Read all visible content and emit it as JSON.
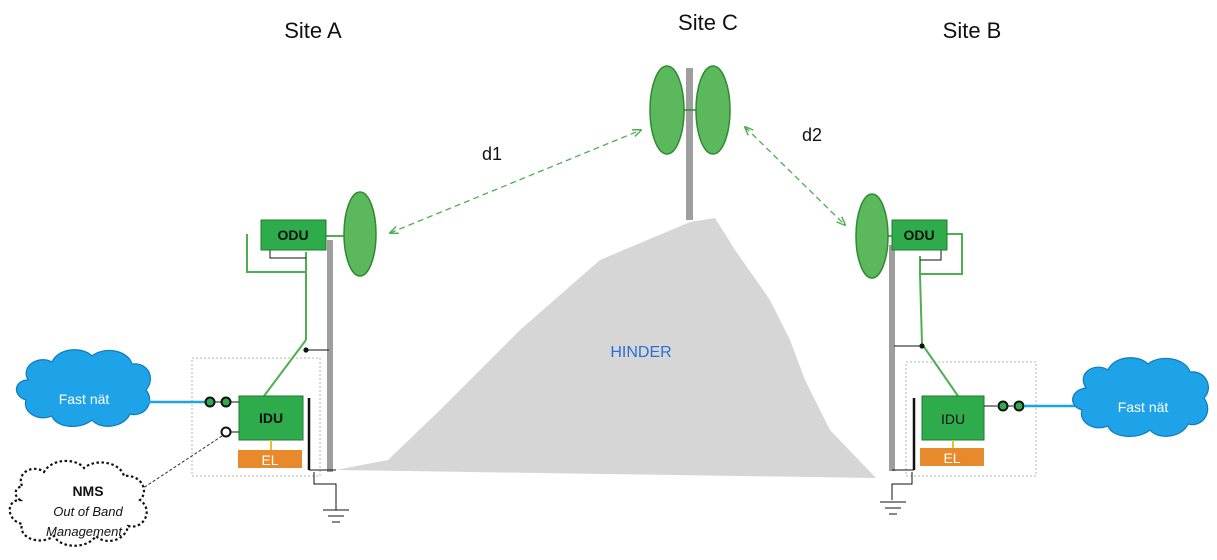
{
  "sites": {
    "a": "Site A",
    "c": "Site C",
    "b": "Site B"
  },
  "links": {
    "d1": "d1",
    "d2": "d2"
  },
  "obstacle": "HINDER",
  "site_a": {
    "odu": "ODU",
    "idu": "IDU",
    "el": "EL",
    "network": "Fast nät"
  },
  "site_b": {
    "odu": "ODU",
    "idu": "IDU",
    "el": "EL",
    "network": "Fast nät"
  },
  "nms": {
    "title": "NMS",
    "line1": "Out of Band",
    "line2": "Management"
  },
  "colors": {
    "antenna": "#5cb85c",
    "antenna_stroke": "#2e8b2e",
    "box_green": "#2eab4a",
    "el_orange": "#e8892b",
    "cloud_blue": "#1fa3e8",
    "mast": "#9e9e9e",
    "hinder": "#d6d6d6",
    "link_dash": "#4caf50",
    "network_line": "#1fa3e8",
    "power_line": "#e8c020"
  }
}
